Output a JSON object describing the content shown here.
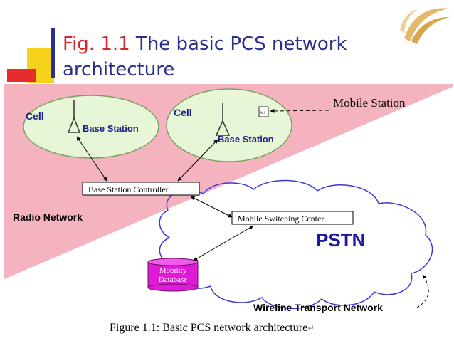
{
  "title": {
    "fig_number": "Fig. 1.1",
    "text": " The basic PCS network architecture"
  },
  "diagram": {
    "cell_left_label": "Cell",
    "cell_right_label": "Cell",
    "base_station_left_label": "Base Station",
    "base_station_right_label": "Base Station",
    "mobile_station_label": "Mobile Station",
    "ms_tag": "MS",
    "bsc_label": "Base Station Controller",
    "msc_label": "Mobile Switching Center",
    "pstn_label": "PSTN",
    "radio_network_label": "Radio Network",
    "mobility_db_line1": "Mobility",
    "mobility_db_line2": "Database",
    "wireline_label": "Wireline Transport Network"
  },
  "caption": {
    "text": "Figure 1.1: Basic PCS network architecture",
    "mark": "↵"
  },
  "colors": {
    "title_blue": "#2b2f8c",
    "title_red": "#d7262b",
    "radio_pink": "#f4b3bf",
    "cell_green": "#e6f6d6",
    "cloud_blue": "#3b3bd6",
    "db_magenta": "#e01bd6",
    "pstn_blue": "#1a1aa0"
  }
}
